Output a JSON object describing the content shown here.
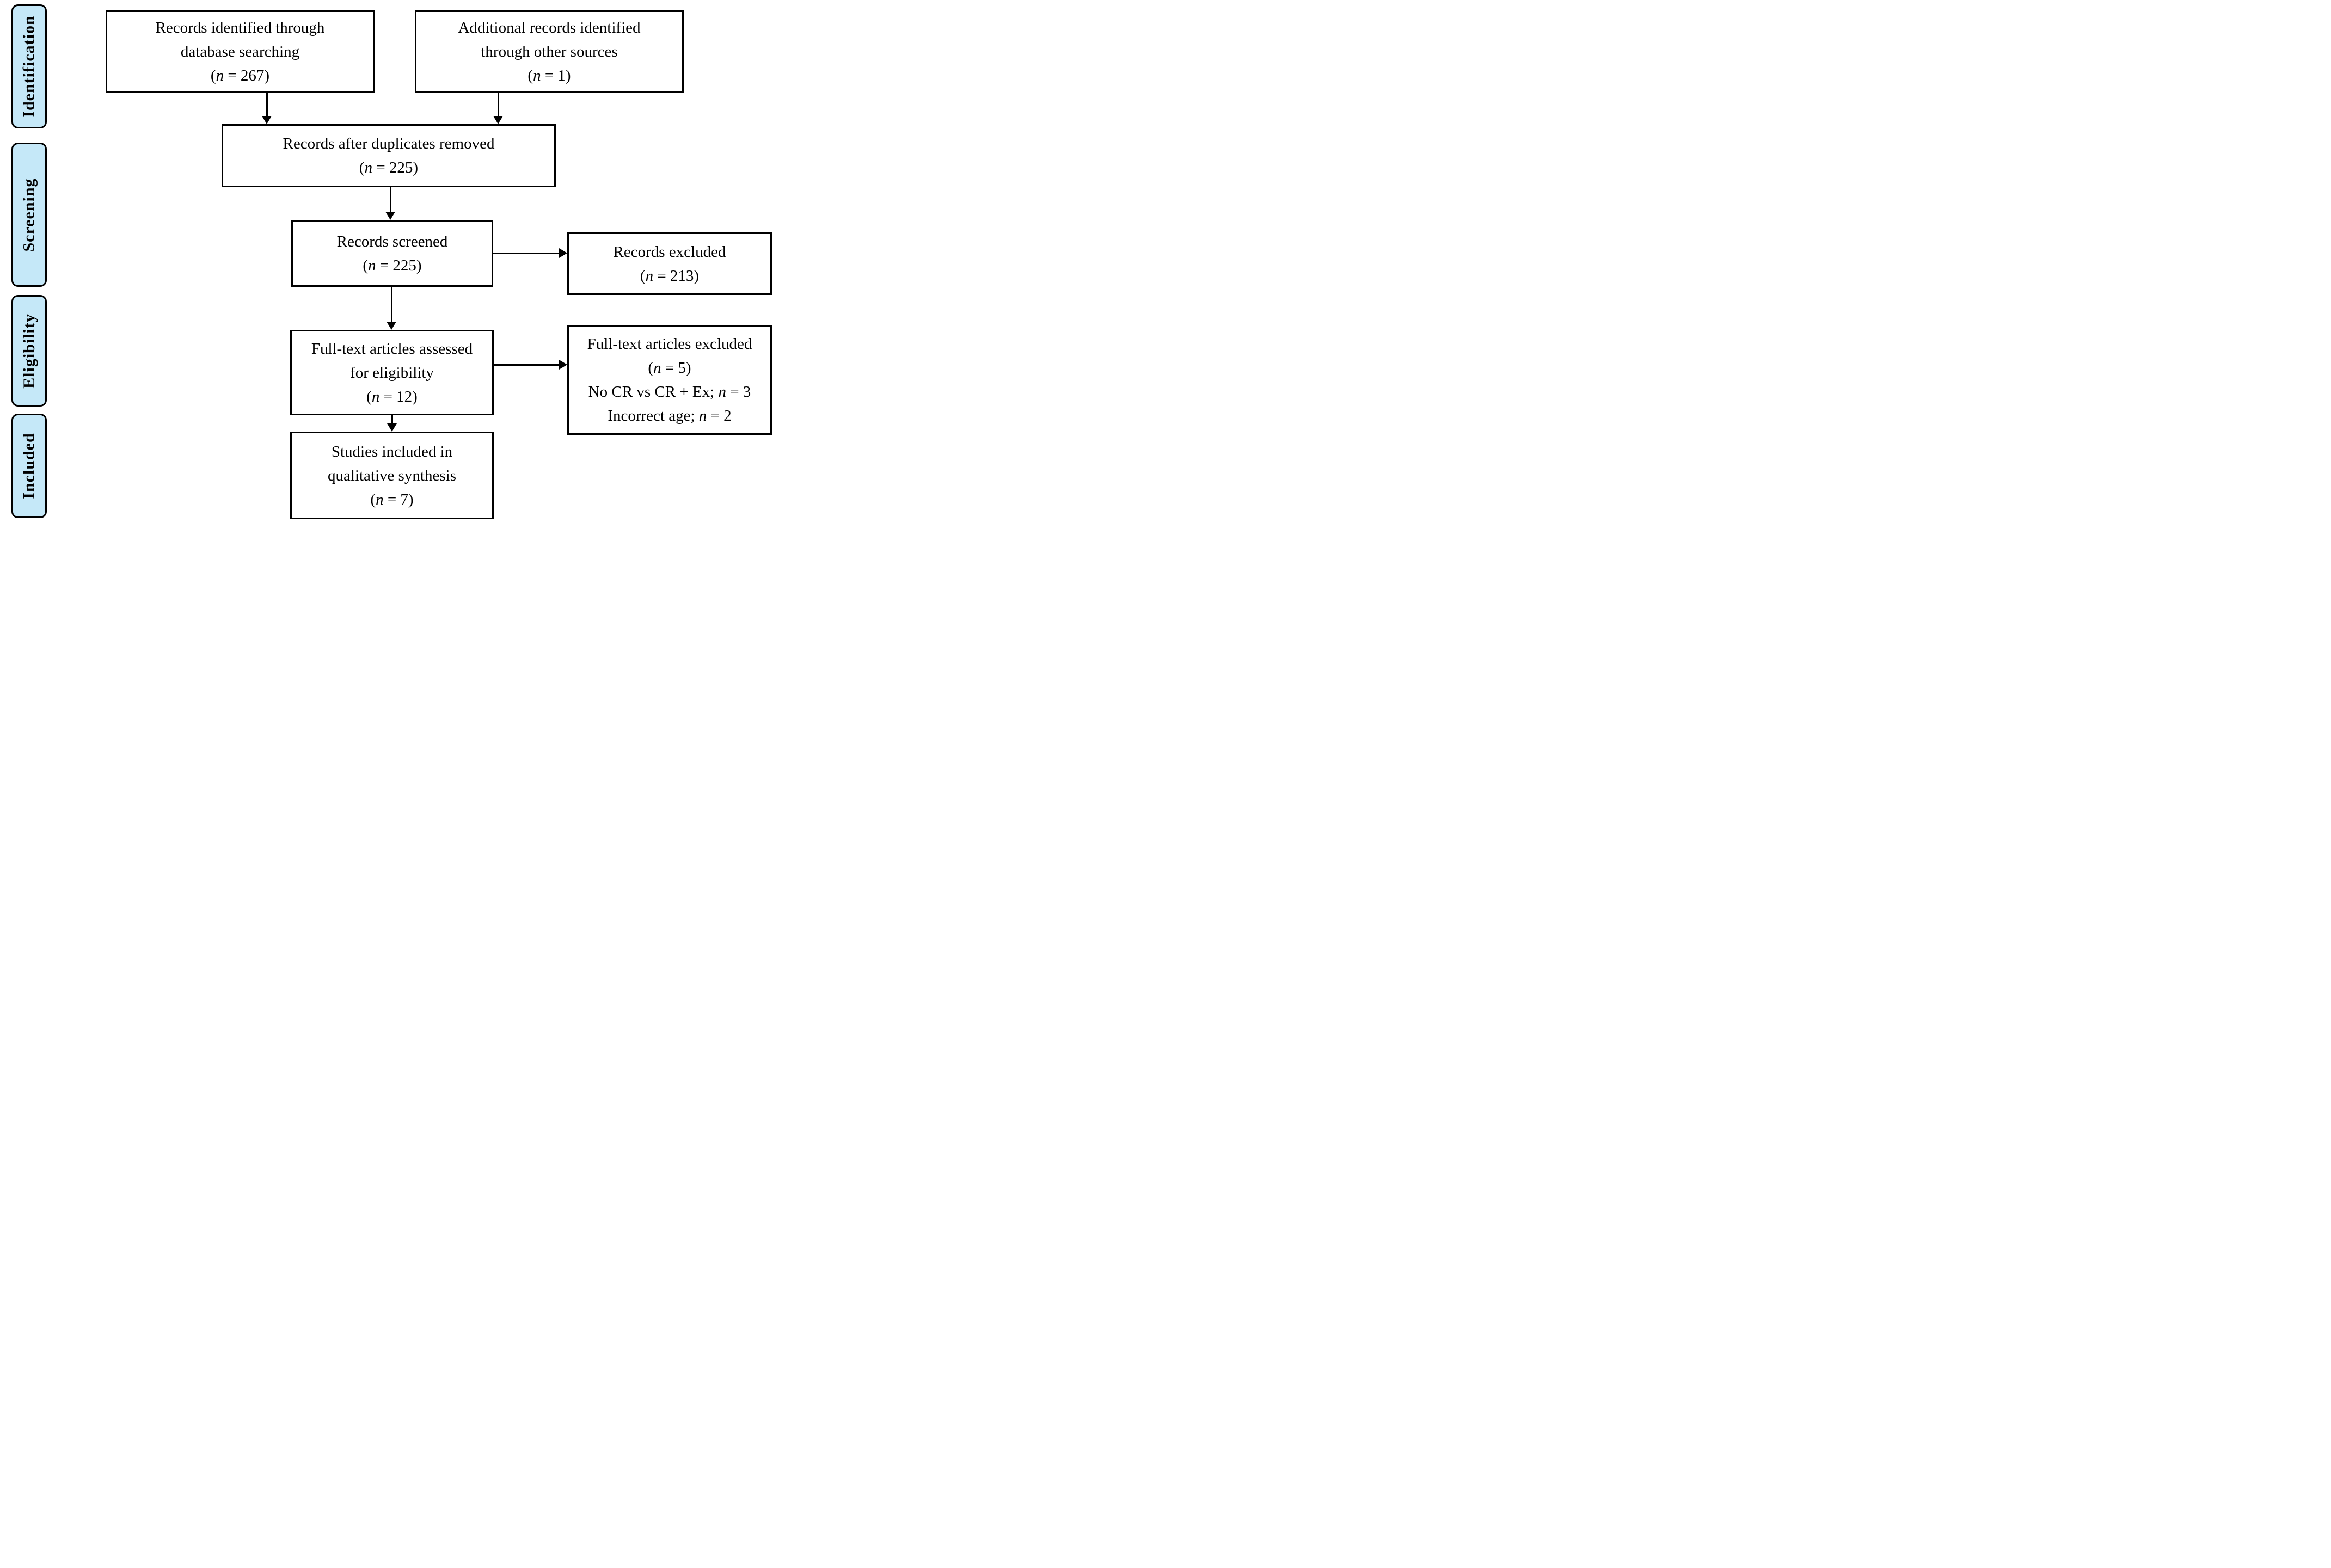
{
  "colors": {
    "background": "#ffffff",
    "stage_fill": "#C5E8F8",
    "ink": "#000000"
  },
  "sidebar": {
    "items": [
      {
        "label": "Identification"
      },
      {
        "label": "Screening"
      },
      {
        "label": "Eligibility"
      },
      {
        "label": "Included"
      }
    ]
  },
  "flow_boxes": [
    {
      "id": "records-identified",
      "lines": [
        [
          {
            "t": "Records identified through"
          }
        ],
        [
          {
            "t": "database searching"
          }
        ],
        [
          {
            "t": "("
          },
          {
            "i": "n"
          },
          {
            "t": " = 267)"
          }
        ]
      ]
    },
    {
      "id": "additional-records",
      "lines": [
        [
          {
            "t": "Additional records identified"
          }
        ],
        [
          {
            "t": "through other sources"
          }
        ],
        [
          {
            "t": "("
          },
          {
            "i": "n"
          },
          {
            "t": " = 1)"
          }
        ]
      ]
    },
    {
      "id": "duplicates-removed",
      "lines": [
        [
          {
            "t": "Records after duplicates removed"
          }
        ],
        [
          {
            "t": "("
          },
          {
            "i": "n"
          },
          {
            "t": " = 225)"
          }
        ]
      ]
    },
    {
      "id": "records-screened",
      "lines": [
        [
          {
            "t": "Records screened"
          }
        ],
        [
          {
            "t": "("
          },
          {
            "i": "n"
          },
          {
            "t": " = 225)"
          }
        ]
      ]
    },
    {
      "id": "records-excluded",
      "lines": [
        [
          {
            "t": "Records excluded"
          }
        ],
        [
          {
            "t": "("
          },
          {
            "i": "n"
          },
          {
            "t": " = 213)"
          }
        ]
      ]
    },
    {
      "id": "fulltext-assessed",
      "lines": [
        [
          {
            "t": "Full-text articles assessed"
          }
        ],
        [
          {
            "t": "for eligibility"
          }
        ],
        [
          {
            "t": "("
          },
          {
            "i": "n"
          },
          {
            "t": " = 12)"
          }
        ]
      ]
    },
    {
      "id": "fulltext-excluded",
      "lines": [
        [
          {
            "t": "Full-text articles excluded"
          }
        ],
        [
          {
            "t": "("
          },
          {
            "i": "n"
          },
          {
            "t": " = 5)"
          }
        ],
        [
          {
            "t": "No CR vs CR + Ex; "
          },
          {
            "i": "n"
          },
          {
            "t": " = 3"
          }
        ],
        [
          {
            "t": "Incorrect age; "
          },
          {
            "i": "n"
          },
          {
            "t": " = 2"
          }
        ]
      ]
    },
    {
      "id": "studies-included",
      "lines": [
        [
          {
            "t": "Studies included in"
          }
        ],
        [
          {
            "t": "qualitative synthesis"
          }
        ],
        [
          {
            "t": "("
          },
          {
            "i": "n"
          },
          {
            "t": " = 7)"
          }
        ]
      ]
    }
  ]
}
